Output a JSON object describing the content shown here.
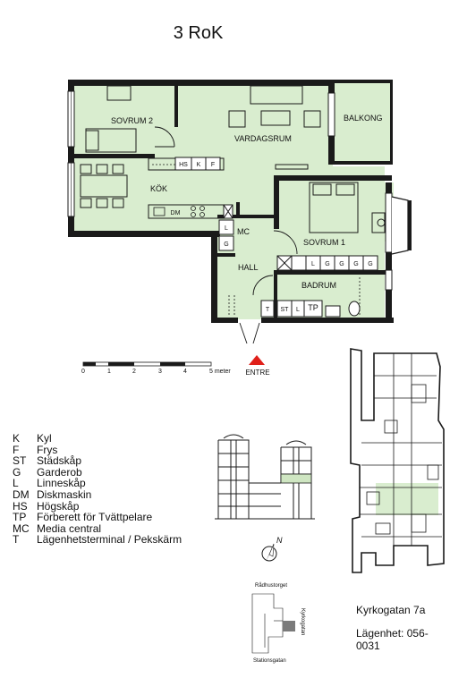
{
  "header": {
    "title": "3 RoK"
  },
  "rooms": {
    "sovrum2": "SOVRUM 2",
    "vardagsrum": "VARDAGSRUM",
    "balkong": "BALKONG",
    "kok": "KÖK",
    "sovrum1": "SOVRUM 1",
    "hall": "HALL",
    "badrum": "BADRUM"
  },
  "fixtures": {
    "hs": "HS",
    "k": "K",
    "f": "F",
    "dm": "DM",
    "l": "L",
    "g": "G",
    "mc": "MC",
    "t": "T",
    "st": "ST",
    "tp": "TP"
  },
  "scale": {
    "ticks": [
      "0",
      "1",
      "2",
      "3",
      "4",
      "5 meter"
    ]
  },
  "entrance": {
    "label": "ENTRE"
  },
  "legend": [
    {
      "code": "K",
      "text": "Kyl"
    },
    {
      "code": "F",
      "text": "Frys"
    },
    {
      "code": "ST",
      "text": "Städskåp"
    },
    {
      "code": "G",
      "text": "Garderob"
    },
    {
      "code": "L",
      "text": "Linneskåp"
    },
    {
      "code": "DM",
      "text": "Diskmaskin"
    },
    {
      "code": "HS",
      "text": "Högskåp"
    },
    {
      "code": "TP",
      "text": "Förberett för Tvättpelare"
    },
    {
      "code": "MC",
      "text": "Media central"
    },
    {
      "code": "T",
      "text": "Lägenhetsterminal / Pekskärm"
    }
  ],
  "compass": {
    "north": "N"
  },
  "location_map": {
    "street_top": "Rådhustorget",
    "street_right": "Kyrkogatan",
    "street_bottom": "Stationsgatan"
  },
  "footer": {
    "address": "Kyrkogatan 7a",
    "apartment": "Lägenhet: 056-0031"
  },
  "colors": {
    "apartment_fill": "#d9edcf",
    "wall": "#1a1a1a",
    "entrance_arrow": "#e0201a"
  }
}
